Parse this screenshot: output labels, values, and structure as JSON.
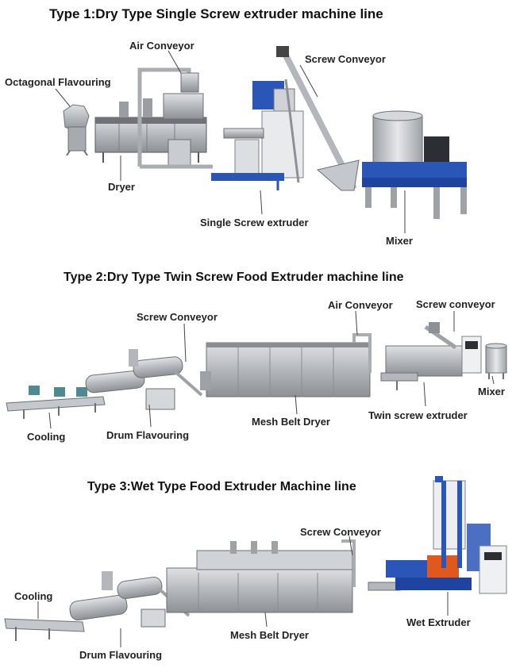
{
  "sections": [
    {
      "title": "Type 1:Dry Type Single Screw extruder machine line",
      "labels": {
        "air_conveyor": "Air Conveyor",
        "screw_conveyor": "Screw Conveyor",
        "octagonal_flavouring": "Octagonal Flavouring",
        "dryer": "Dryer",
        "single_screw_extruder": "Single Screw extruder",
        "mixer": "Mixer"
      }
    },
    {
      "title": "Type 2:Dry Type Twin Screw Food Extruder machine line",
      "labels": {
        "air_conveyor": "Air Conveyor",
        "screw_conveyor_a": "Screw Conveyor",
        "screw_conveyor_b": "Screw conveyor",
        "mixer": "Mixer",
        "cooling": "Cooling",
        "drum_flavouring": "Drum Flavouring",
        "mesh_belt_dryer": "Mesh Belt Dryer",
        "twin_screw_extruder": "Twin screw extruder"
      }
    },
    {
      "title": "Type 3:Wet Type Food Extruder Machine line",
      "labels": {
        "screw_conveyor": "Screw Conveyor",
        "cooling": "Cooling",
        "wet_extruder": "Wet Extruder",
        "mesh_belt_dryer": "Mesh Belt Dryer",
        "drum_flavouring": "Drum Flavouring"
      }
    }
  ],
  "colors": {
    "steel": "#b9bcc0",
    "steel_dark": "#7d8186",
    "blue_frame": "#2a56b8",
    "orange": "#e0581c",
    "leader": "#444444"
  }
}
